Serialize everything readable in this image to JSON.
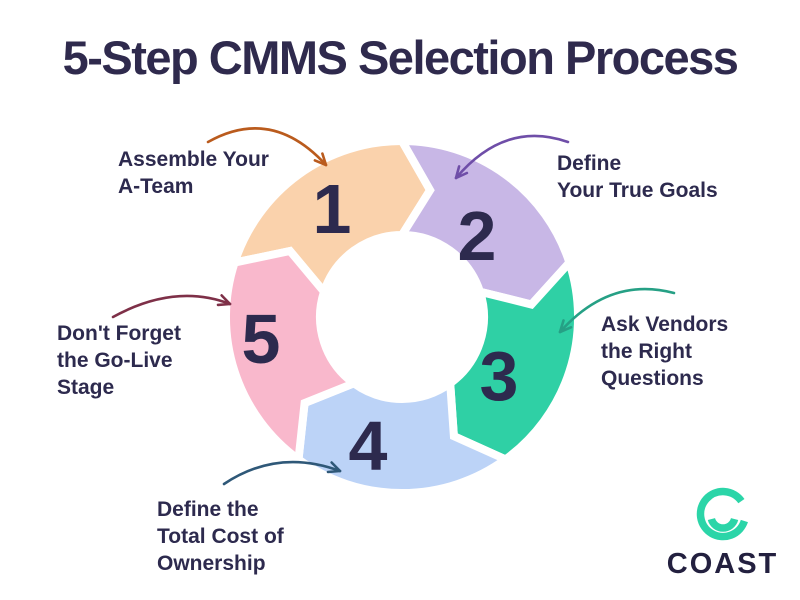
{
  "title": "5-Step CMMS Selection Process",
  "diagram_type": "circular-process-cycle",
  "steps": [
    {
      "number": "1",
      "label_lines": [
        "Assemble Your",
        "A-Team"
      ],
      "color": "#FAD2AC",
      "arrow_color": "#BA5B1D"
    },
    {
      "number": "2",
      "label_lines": [
        "Define",
        "Your True Goals"
      ],
      "color": "#C8B7E6",
      "arrow_color": "#6F4EA8"
    },
    {
      "number": "3",
      "label_lines": [
        "Ask Vendors",
        "the Right",
        "Questions"
      ],
      "color": "#2FD0A5",
      "arrow_color": "#26A085"
    },
    {
      "number": "4",
      "label_lines": [
        "Define the",
        "Total Cost of",
        "Ownership"
      ],
      "color": "#BCD3F7",
      "arrow_color": "#2F5878"
    },
    {
      "number": "5",
      "label_lines": [
        "Don't Forget",
        "the Go-Live",
        "Stage"
      ],
      "color": "#F9B8CC",
      "arrow_color": "#7E3048"
    }
  ],
  "logo": {
    "text": "COAST",
    "icon": "smile-circle-icon",
    "icon_color": "#2BD5A8",
    "text_color": "#23203F"
  },
  "colors": {
    "background": "#FFFFFF",
    "text": "#2D2A4E",
    "title": "#2F2A4D"
  }
}
